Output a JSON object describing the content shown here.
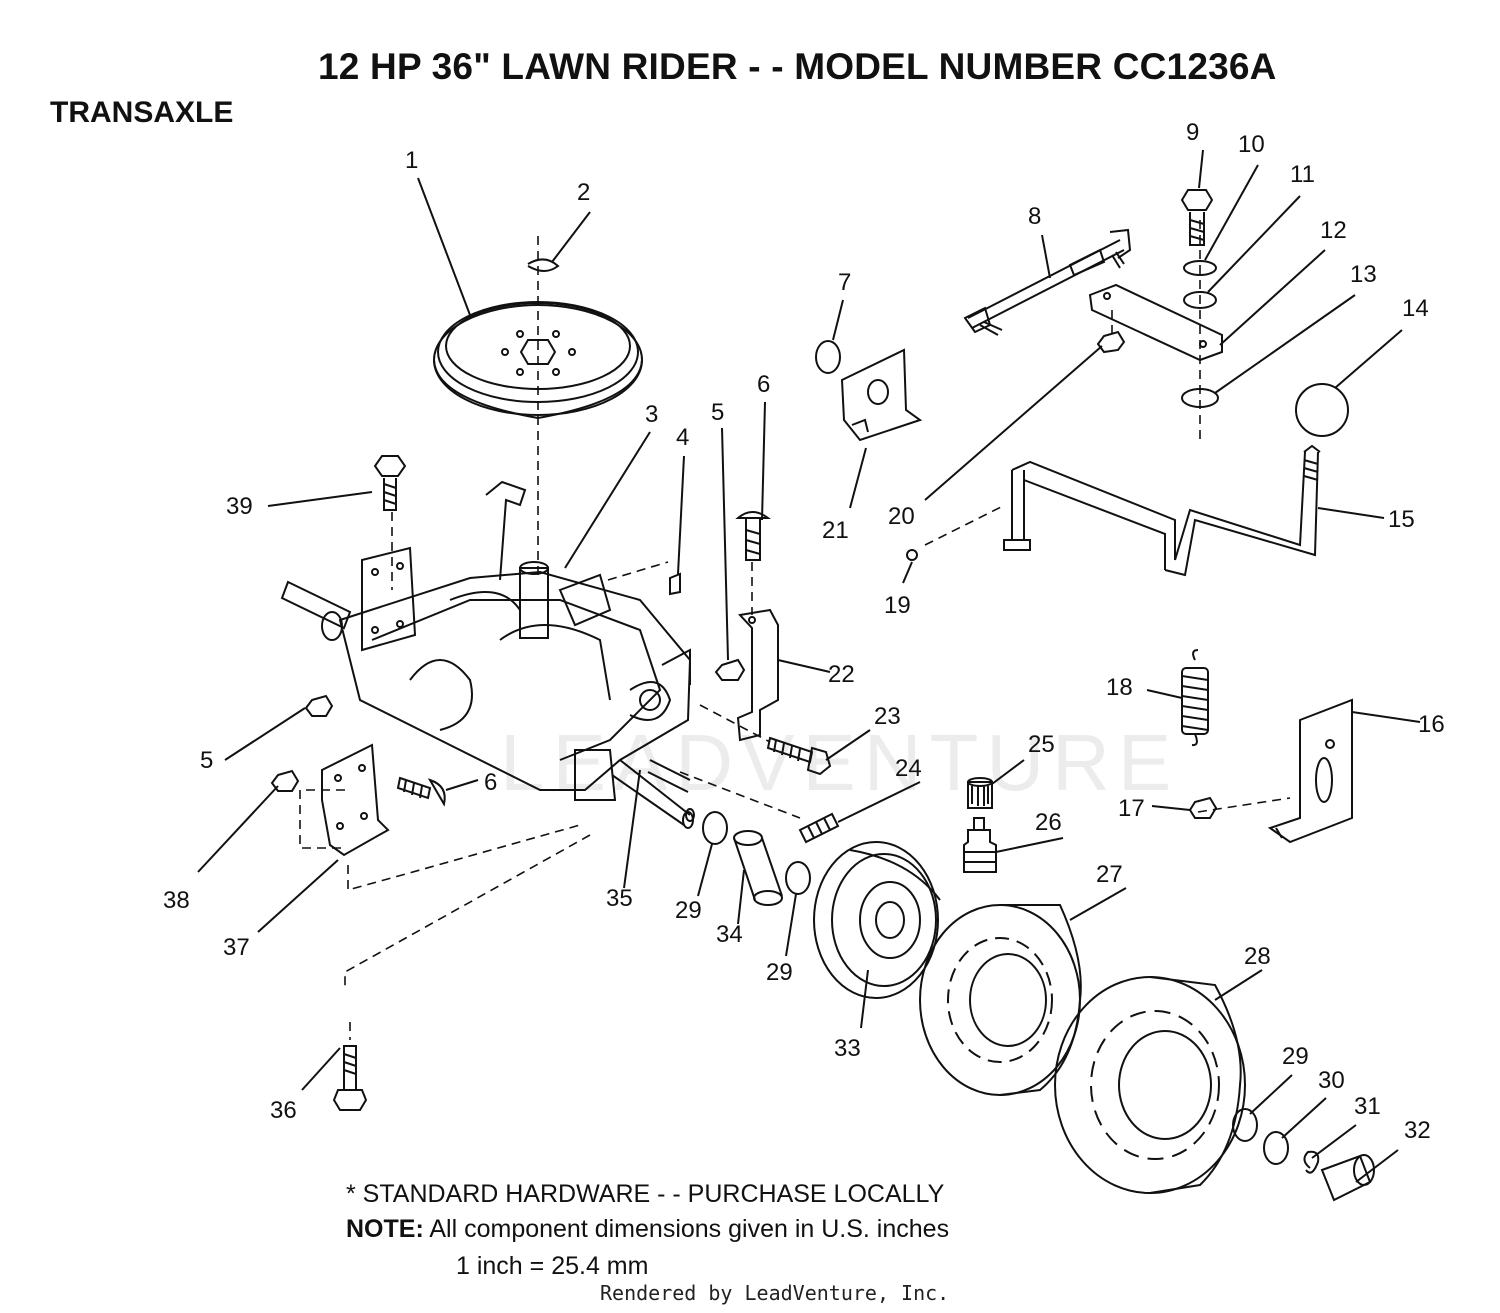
{
  "title": "12 HP 36\" LAWN RIDER - - MODEL NUMBER CC1236A",
  "section": "TRANSAXLE",
  "footer": {
    "hardware": "* STANDARD HARDWARE - - PURCHASE LOCALLY",
    "note_label": "NOTE:",
    "note_text": "All component dimensions given in U.S. inches",
    "conversion": "1 inch = 25.4 mm"
  },
  "rendered_by": "Rendered by LeadVenture, Inc.",
  "watermark": "LEADVENTURE",
  "callouts": [
    {
      "id": "c1",
      "label": "1"
    },
    {
      "id": "c2",
      "label": "2"
    },
    {
      "id": "c3",
      "label": "3"
    },
    {
      "id": "c4",
      "label": "4"
    },
    {
      "id": "c5a",
      "label": "5"
    },
    {
      "id": "c5b",
      "label": "5"
    },
    {
      "id": "c6a",
      "label": "6"
    },
    {
      "id": "c6b",
      "label": "6"
    },
    {
      "id": "c7",
      "label": "7"
    },
    {
      "id": "c8",
      "label": "8"
    },
    {
      "id": "c9",
      "label": "9"
    },
    {
      "id": "c10",
      "label": "10"
    },
    {
      "id": "c11",
      "label": "11"
    },
    {
      "id": "c12",
      "label": "12"
    },
    {
      "id": "c13",
      "label": "13"
    },
    {
      "id": "c14",
      "label": "14"
    },
    {
      "id": "c15",
      "label": "15"
    },
    {
      "id": "c16",
      "label": "16"
    },
    {
      "id": "c17",
      "label": "17"
    },
    {
      "id": "c18",
      "label": "18"
    },
    {
      "id": "c19",
      "label": "19"
    },
    {
      "id": "c20",
      "label": "20"
    },
    {
      "id": "c21",
      "label": "21"
    },
    {
      "id": "c22",
      "label": "22"
    },
    {
      "id": "c23",
      "label": "23"
    },
    {
      "id": "c24",
      "label": "24"
    },
    {
      "id": "c25",
      "label": "25"
    },
    {
      "id": "c26",
      "label": "26"
    },
    {
      "id": "c27",
      "label": "27"
    },
    {
      "id": "c28",
      "label": "28"
    },
    {
      "id": "c29a",
      "label": "29"
    },
    {
      "id": "c29b",
      "label": "29"
    },
    {
      "id": "c29c",
      "label": "29"
    },
    {
      "id": "c30",
      "label": "30"
    },
    {
      "id": "c31",
      "label": "31"
    },
    {
      "id": "c32",
      "label": "32"
    },
    {
      "id": "c33",
      "label": "33"
    },
    {
      "id": "c34",
      "label": "34"
    },
    {
      "id": "c35",
      "label": "35"
    },
    {
      "id": "c36",
      "label": "36"
    },
    {
      "id": "c37",
      "label": "37"
    },
    {
      "id": "c38",
      "label": "38"
    },
    {
      "id": "c39",
      "label": "39"
    }
  ]
}
